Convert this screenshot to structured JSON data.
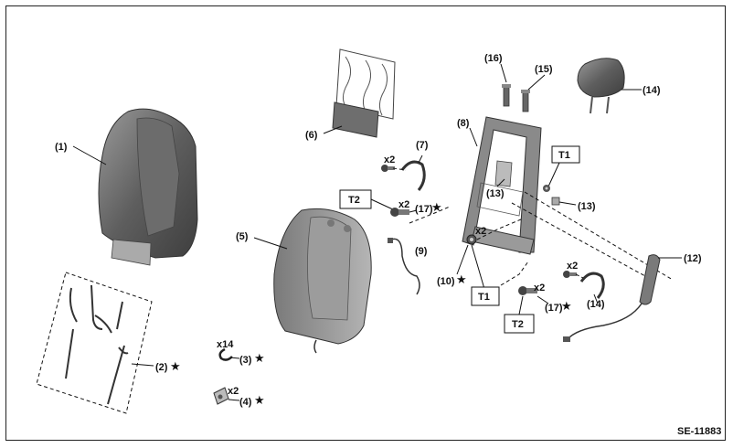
{
  "labels": {
    "p1": "(1)",
    "p2": "(2)",
    "p3": "(3)",
    "p4": "(4)",
    "p5": "(5)",
    "p6": "(6)",
    "p7": "(7)",
    "p8": "(8)",
    "p9": "(9)",
    "p10": "(10)",
    "p12": "(12)",
    "p13a": "(13)",
    "p13b": "(13)",
    "p14a": "(14)",
    "p14b": "(14)",
    "p15": "(15)",
    "p16": "(16)",
    "p17a": "(17)",
    "p17b": "(17)"
  },
  "quantities": {
    "q3": "x14",
    "q4": "x2",
    "q7": "x2",
    "q17a": "x2",
    "q10": "x2",
    "q14b": "x2",
    "q17b": "x2"
  },
  "torque_tags": {
    "t1_top": "T1",
    "t2_top": "T2",
    "t1_bottom": "T1",
    "t2_bottom": "T2"
  },
  "star_symbol": "★",
  "figure_code": "SE-11883",
  "colors": {
    "line": "#111111",
    "part_dark": "#5a5a5a",
    "part_mid": "#8a8a8a",
    "part_light": "#c4c4c4"
  }
}
